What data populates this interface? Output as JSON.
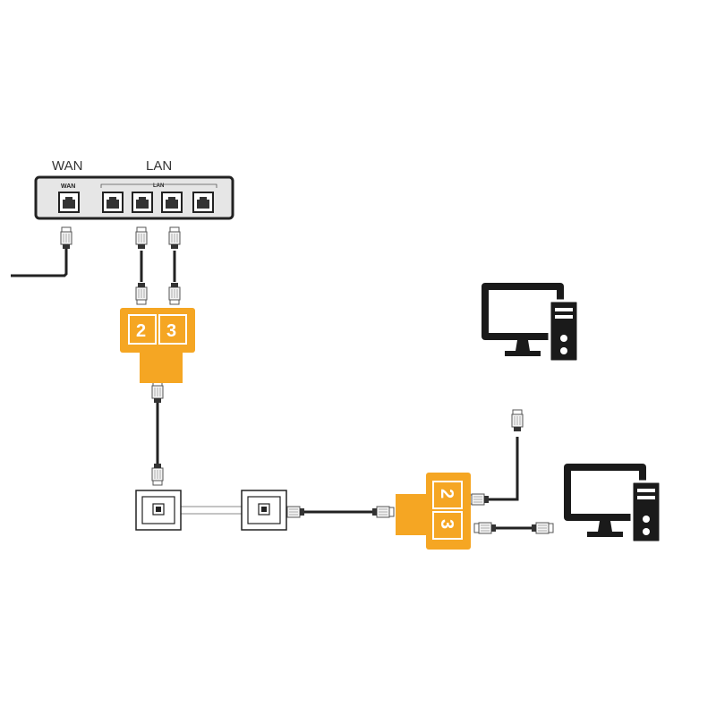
{
  "router": {
    "wan_label": "WAN",
    "lan_label": "LAN",
    "wan_port_label": "WAN",
    "lan_port_label": "LAN"
  },
  "splitters": [
    {
      "ports": [
        "2",
        "3"
      ]
    },
    {
      "ports": [
        "2",
        "3"
      ]
    }
  ],
  "colors": {
    "splitter": "#f5a623",
    "splitter_dark": "#e8951a",
    "cable": "#222222",
    "device": "#1a1a1a",
    "router_body": "#e6e6e6"
  },
  "icons": [
    "router",
    "rj45-plug",
    "splitter",
    "wall-jack",
    "desktop-computer"
  ]
}
